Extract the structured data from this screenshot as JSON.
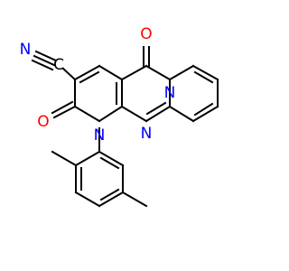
{
  "molecule": {
    "colors": {
      "bond": "#000000",
      "carbon_label": "#000000",
      "nitrogen": "#0000ff",
      "oxygen": "#ff0000"
    },
    "atoms": [
      {
        "id": "n_nitrile",
        "element": "N",
        "label": "N",
        "color": "nitrogen"
      },
      {
        "id": "c_nitrile",
        "element": "C",
        "label": "C",
        "color": "carbon_label"
      },
      {
        "id": "o_top",
        "element": "O",
        "label": "O",
        "color": "oxygen"
      },
      {
        "id": "o_left",
        "element": "O",
        "label": "O",
        "color": "oxygen"
      },
      {
        "id": "n_ring_top",
        "element": "N",
        "label": "N",
        "color": "nitrogen"
      },
      {
        "id": "n_ring_mid",
        "element": "N",
        "label": "N",
        "color": "nitrogen"
      },
      {
        "id": "n_ring_bottom",
        "element": "N",
        "label": "N",
        "color": "nitrogen"
      }
    ]
  }
}
